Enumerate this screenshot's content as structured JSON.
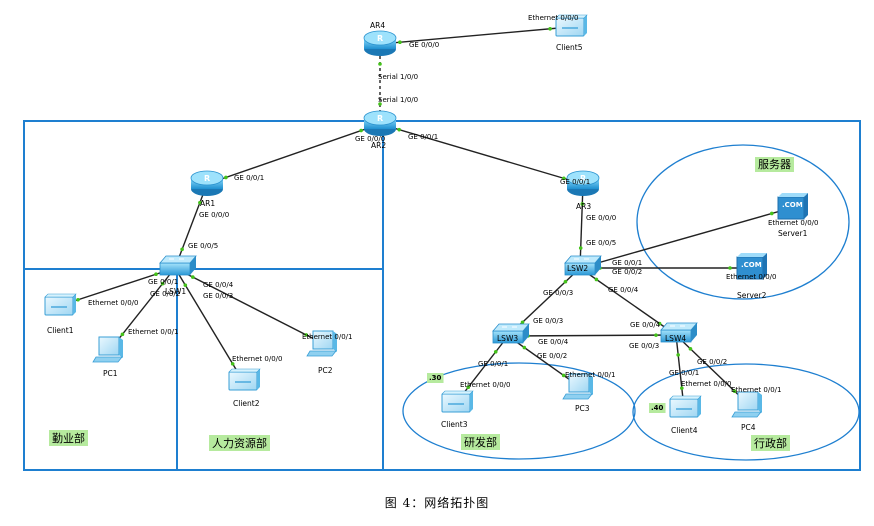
{
  "caption": "图 4：网络拓扑图",
  "colors": {
    "border": "#1e7fd0",
    "link": "#222222",
    "port_dot": "#44c21a",
    "area_label_bg": "#b6ea9e",
    "ip_tag_bg": "#b6ea9e",
    "router_fill": "#3fb3e8",
    "switch_fill": "#52b9e6",
    "screen_fill": "#c9ecfb"
  },
  "areas": [
    {
      "name": "勤业部"
    },
    {
      "name": "人力资源部"
    },
    {
      "name": "研发部"
    },
    {
      "name": "行政部"
    },
    {
      "name": "服务器"
    }
  ],
  "devices": [
    {
      "id": "AR4",
      "label": "AR4",
      "type": "router-icon"
    },
    {
      "id": "AR2",
      "label": "AR2",
      "type": "router-icon"
    },
    {
      "id": "AR1",
      "label": "AR1",
      "type": "router-icon"
    },
    {
      "id": "AR3",
      "label": "AR3",
      "type": "router-icon"
    },
    {
      "id": "LSW1",
      "label": "LSW1",
      "type": "switch-icon"
    },
    {
      "id": "LSW2",
      "label": "LSW2",
      "type": "switch-icon"
    },
    {
      "id": "LSW3",
      "label": "LSW3",
      "type": "switch-icon"
    },
    {
      "id": "LSW4",
      "label": "LSW4",
      "type": "switch-icon"
    },
    {
      "id": "Client5",
      "label": "Client5",
      "type": "client-icon"
    },
    {
      "id": "Client1",
      "label": "Client1",
      "type": "client-icon"
    },
    {
      "id": "Client2",
      "label": "Client2",
      "type": "client-icon"
    },
    {
      "id": "Client3",
      "label": "Client3",
      "type": "client-icon",
      "tag": ".30"
    },
    {
      "id": "Client4",
      "label": "Client4",
      "type": "client-icon",
      "tag": ".40"
    },
    {
      "id": "PC1",
      "label": "PC1",
      "type": "pc-icon"
    },
    {
      "id": "PC2",
      "label": "PC2",
      "type": "pc-icon"
    },
    {
      "id": "PC3",
      "label": "PC3",
      "type": "pc-icon"
    },
    {
      "id": "PC4",
      "label": "PC4",
      "type": "pc-icon"
    },
    {
      "id": "Server1",
      "label": "Server1",
      "type": "server-icon",
      "tag": ".COM"
    },
    {
      "id": "Server2",
      "label": "Server2",
      "type": "server-icon",
      "tag": ".COM"
    }
  ],
  "links": [
    {
      "from": "AR4",
      "to": "Client5",
      "from_port": "GE 0/0/0",
      "to_port": "Ethernet 0/0/0",
      "style": "solid"
    },
    {
      "from": "AR4",
      "to": "AR2",
      "from_port": "Serial 1/0/0",
      "to_port": "Serial 1/0/0",
      "style": "dashed"
    },
    {
      "from": "AR2",
      "to": "AR1",
      "from_port": "GE 0/0/0",
      "to_port": "GE 0/0/1",
      "style": "solid"
    },
    {
      "from": "AR2",
      "to": "AR3",
      "from_port": "GE 0/0/1",
      "to_port": "GE 0/0/1",
      "style": "solid"
    },
    {
      "from": "AR1",
      "to": "LSW1",
      "from_port": "GE 0/0/0",
      "to_port": "GE 0/0/5",
      "style": "solid"
    },
    {
      "from": "LSW1",
      "to": "Client1",
      "from_port": "GE 0/0/1",
      "to_port": "Ethernet 0/0/0",
      "style": "solid"
    },
    {
      "from": "LSW1",
      "to": "PC1",
      "from_port": "GE 0/0/2",
      "to_port": "Ethernet 0/0/1",
      "style": "solid"
    },
    {
      "from": "LSW1",
      "to": "Client2",
      "from_port": "GE 0/0/3",
      "to_port": "Ethernet 0/0/0",
      "style": "solid"
    },
    {
      "from": "LSW1",
      "to": "PC2",
      "from_port": "GE 0/0/4",
      "to_port": "Ethernet 0/0/1",
      "style": "solid"
    },
    {
      "from": "AR3",
      "to": "LSW2",
      "from_port": "GE 0/0/0",
      "to_port": "GE 0/0/5",
      "style": "solid"
    },
    {
      "from": "LSW2",
      "to": "Server1",
      "from_port": "GE 0/0/1",
      "to_port": "Ethernet 0/0/0",
      "style": "solid"
    },
    {
      "from": "LSW2",
      "to": "Server2",
      "from_port": "GE 0/0/2",
      "to_port": "Ethernet 0/0/0",
      "style": "solid"
    },
    {
      "from": "LSW2",
      "to": "LSW3",
      "from_port": "GE 0/0/3",
      "to_port": "GE 0/0/3",
      "style": "solid"
    },
    {
      "from": "LSW2",
      "to": "LSW4",
      "from_port": "GE 0/0/4",
      "to_port": "GE 0/0/4",
      "style": "solid"
    },
    {
      "from": "LSW3",
      "to": "LSW4",
      "from_port": "GE 0/0/4",
      "to_port": "GE 0/0/3",
      "style": "solid"
    },
    {
      "from": "LSW3",
      "to": "Client3",
      "from_port": "GE 0/0/1",
      "to_port": "Ethernet 0/0/0",
      "style": "solid"
    },
    {
      "from": "LSW3",
      "to": "PC3",
      "from_port": "GE 0/0/2",
      "to_port": "Ethernet 0/0/1",
      "style": "solid"
    },
    {
      "from": "LSW4",
      "to": "Client4",
      "from_port": "GE 0/0/1",
      "to_port": "Ethernet 0/0/0",
      "style": "solid"
    },
    {
      "from": "LSW4",
      "to": "PC4",
      "from_port": "GE 0/0/2",
      "to_port": "Ethernet 0/0/1",
      "style": "solid"
    }
  ]
}
